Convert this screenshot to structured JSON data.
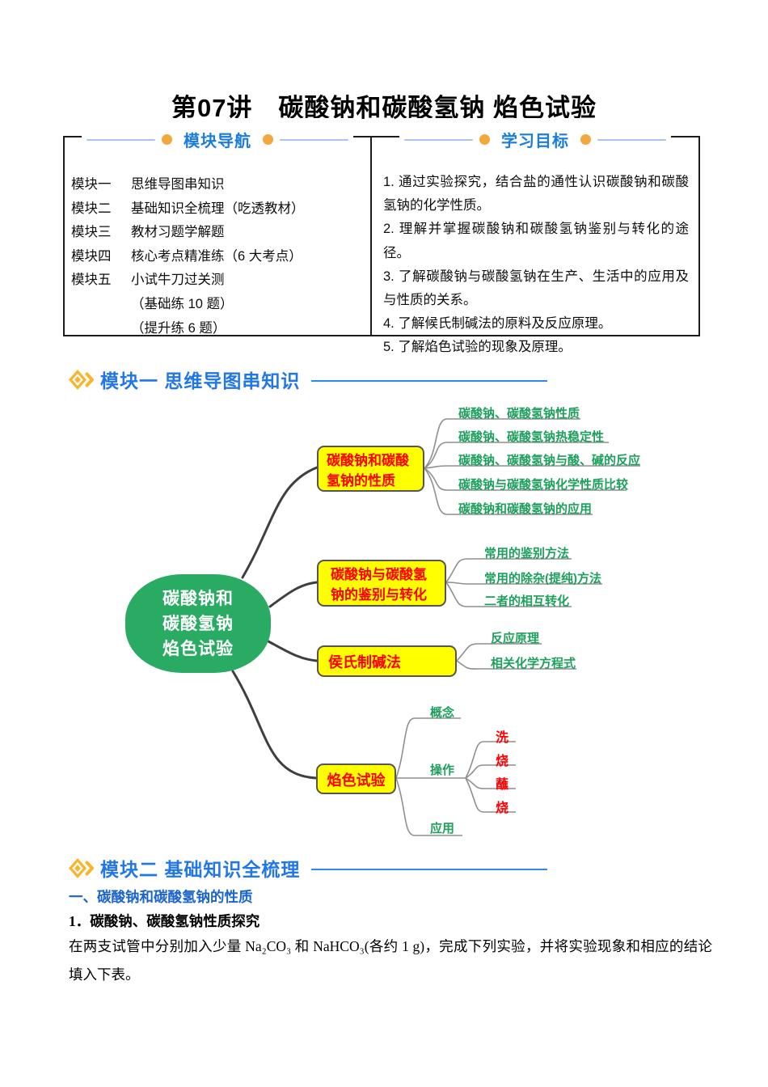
{
  "title": "第07讲　碳酸钠和碳酸氢钠 焰色试验",
  "nav_panel": {
    "header": "模块导航",
    "rows": [
      {
        "label": "模块一",
        "text": "思维导图串知识"
      },
      {
        "label": "模块二",
        "text": "基础知识全梳理（吃透教材）"
      },
      {
        "label": "模块三",
        "text": "教材习题学解题"
      },
      {
        "label": "模块四",
        "text": "核心考点精准练（6 大考点）"
      },
      {
        "label": "模块五",
        "text": "小试牛刀过关测"
      },
      {
        "label": "",
        "text": "（基础练 10 题）"
      },
      {
        "label": "",
        "text": "（提升练 6 题）"
      }
    ]
  },
  "goals_panel": {
    "header": "学习目标",
    "items": [
      "1. 通过实验探究，结合盐的通性认识碳酸钠和碳酸氢钠的化学性质。",
      "2. 理解并掌握碳酸钠和碳酸氢钠鉴别与转化的途径。",
      "3. 了解碳酸钠与碳酸氢钠在生产、生活中的应用及与性质的关系。",
      "4. 了解候氏制碱法的原料及反应原理。",
      "5. 了解焰色试验的现象及原理。"
    ]
  },
  "module1": {
    "title": "模块一 思维导图串知识"
  },
  "module2": {
    "title": "模块二 基础知识全梳理"
  },
  "mindmap": {
    "center": {
      "line1": "碳酸钠和",
      "line2": "碳酸氢钠",
      "line3": "焰色试验"
    },
    "branch1": {
      "label": "碳酸钠和碳酸氢钠的性质",
      "leaves": [
        "碳酸钠、碳酸氢钠性质",
        "碳酸钠、碳酸氢钠热稳定性",
        "碳酸钠、碳酸氢钠与酸、碱的反应",
        "碳酸钠与碳酸氢钠化学性质比较",
        "碳酸钠和碳酸氢钠的应用"
      ]
    },
    "branch2": {
      "label": "碳酸钠与碳酸氢钠的鉴别与转化",
      "leaves": [
        "常用的鉴别方法",
        "常用的除杂(提纯)方法",
        "二者的相互转化"
      ]
    },
    "branch3": {
      "label": "侯氏制碱法",
      "leaves": [
        "反应原理",
        "相关化学方程式"
      ]
    },
    "branch4": {
      "label": "焰色试验",
      "leaves": [
        "概念",
        "操作",
        "应用"
      ],
      "steps": [
        "洗",
        "烧",
        "蘸",
        "烧"
      ]
    }
  },
  "section": {
    "subtitle": "一、碳酸钠和碳酸氢钠的性质",
    "heading": "1．碳酸钠、碳酸氢钠性质探究",
    "body": "在两支试管中分别加入少量 Na₂CO₃ 和 NaHCO₃(各约 1 g)，完成下列实验，并将实验现象和相应的结论填入下表。"
  },
  "colors": {
    "accent_blue": "#2277e8",
    "accent_orange": "#f2a83c",
    "node_green": "#2aab63",
    "box_yellow": "#ffff00",
    "text_red": "#ff0000",
    "leaf_green": "#1ea05c"
  }
}
